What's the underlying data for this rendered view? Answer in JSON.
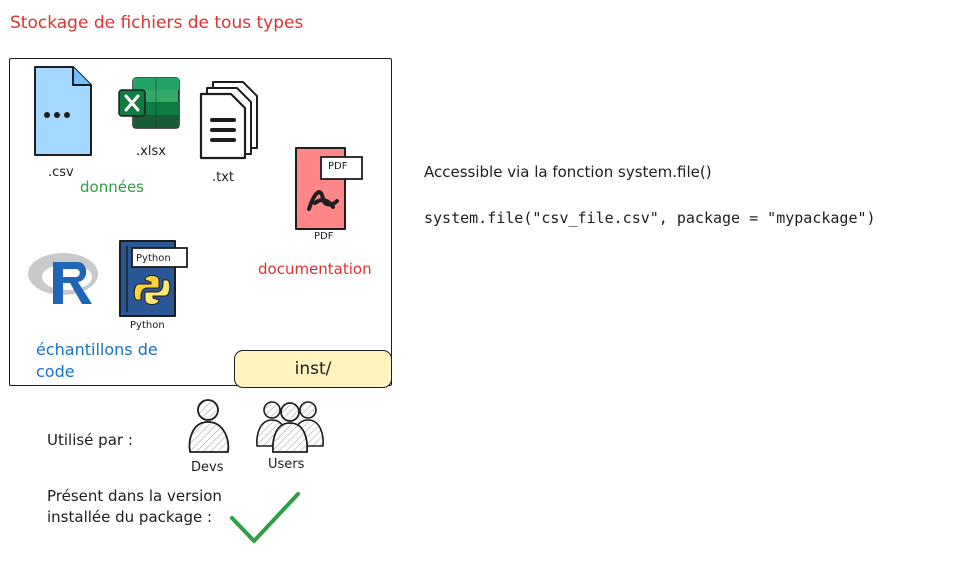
{
  "title": "Stockage de fichiers de tous types",
  "files": {
    "csv_label": ".csv",
    "xlsx_label": ".xlsx",
    "txt_label": ".txt",
    "pdf_badge": "PDF",
    "pdf_label": "PDF",
    "python_badge": "Python",
    "python_label": "Python",
    "r_letter": "R"
  },
  "categories": {
    "data": "données",
    "documentation": "documentation",
    "code_samples": "échantillons de code"
  },
  "folder": "inst/",
  "access": {
    "text": "Accessible via la fonction system.file()",
    "code": "system.file(\"csv_file.csv\", package = \"mypackage\")"
  },
  "usage": {
    "label": "Utilisé par :",
    "devs": "Devs",
    "users": "Users"
  },
  "installed": {
    "label": "Présent dans la version installée du package :"
  },
  "colors": {
    "red": "#e03131",
    "green": "#2f9e44",
    "blue": "#1971c2",
    "folder_fill": "#fff3bf",
    "csv_fill": "#a5d8ff",
    "pdf_fill": "#ff8787",
    "python_fill": "#2b5797",
    "excel_green": "#1d6f42"
  }
}
